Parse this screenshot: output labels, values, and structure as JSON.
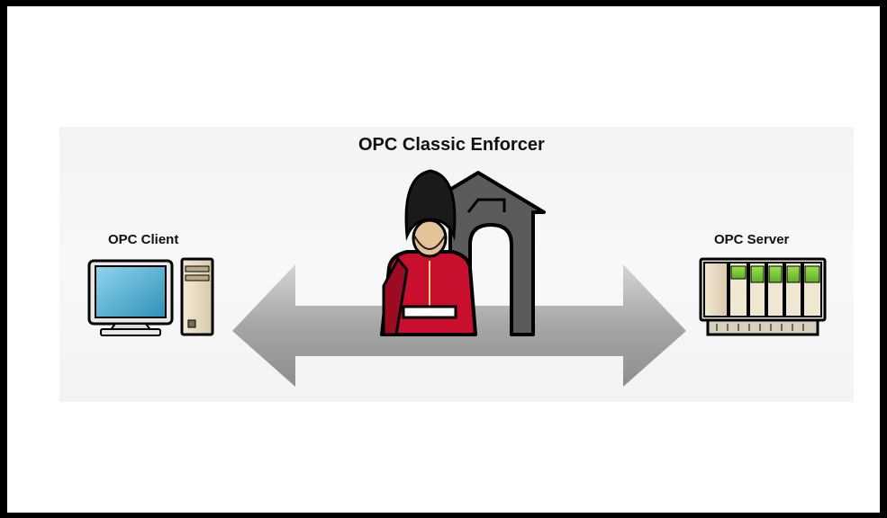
{
  "diagram": {
    "enforcer_label": "OPC Classic Enforcer",
    "client_label": "OPC Client",
    "server_label": "OPC Server"
  },
  "icons": {
    "client": "desktop-computer-icon",
    "server": "plc-rack-icon",
    "enforcer": "royal-guard-icon",
    "sentry_box": "sentry-box-icon",
    "arrow": "double-headed-arrow"
  },
  "colors": {
    "guard_red": "#c8102e",
    "bearskin": "#1a1a1a",
    "screen": "#3aa3c8",
    "plc_green": "#7ccd3a",
    "arrow_grey": "#a9a9a9"
  }
}
